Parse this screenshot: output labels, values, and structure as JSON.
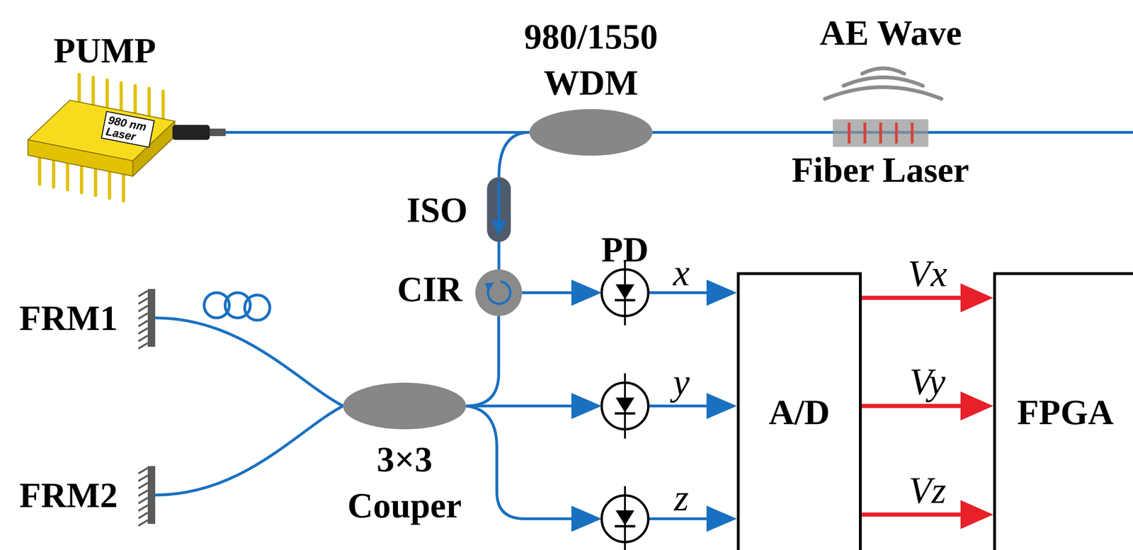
{
  "diagram": {
    "nodes": [
      {
        "text": [
          "PUMP"
        ]
      },
      {
        "text": [
          "980/1550 WDM"
        ]
      },
      {
        "text": [
          "Fiber Laser"
        ]
      },
      {
        "text": [
          "ISO"
        ]
      },
      {
        "text": [
          "CIR"
        ]
      },
      {
        "text": [
          "3×3 Couper"
        ]
      },
      {
        "text": [
          "FRM1"
        ]
      },
      {
        "text": [
          "FRM2"
        ]
      },
      {
        "text": [
          "A/D"
        ]
      },
      {
        "text": [
          "FPGA"
        ]
      }
    ],
    "edges": [
      {
        "from": 0,
        "to": 1,
        "arrow": "none"
      },
      {
        "from": 1,
        "to": 2,
        "arrow": "none"
      },
      {
        "from": 1,
        "to": 3,
        "arrow": "none"
      },
      {
        "from": 3,
        "to": 4,
        "arrow": "none"
      },
      {
        "from": 4,
        "to": 5,
        "arrow": "none"
      },
      {
        "from": 5,
        "to": 6,
        "arrow": "none"
      },
      {
        "from": 5,
        "to": 7,
        "arrow": "none"
      },
      {
        "from": 8,
        "to": 9,
        "label": "Vx",
        "arrow": "to"
      },
      {
        "from": 8,
        "to": 9,
        "label": "Vy",
        "arrow": "to"
      },
      {
        "from": 8,
        "to": 9,
        "label": "Vz",
        "arrow": "to"
      }
    ],
    "labels": [
      "980 nm Laser",
      "AE Wave",
      "PD",
      "x",
      "y",
      "z"
    ]
  }
}
